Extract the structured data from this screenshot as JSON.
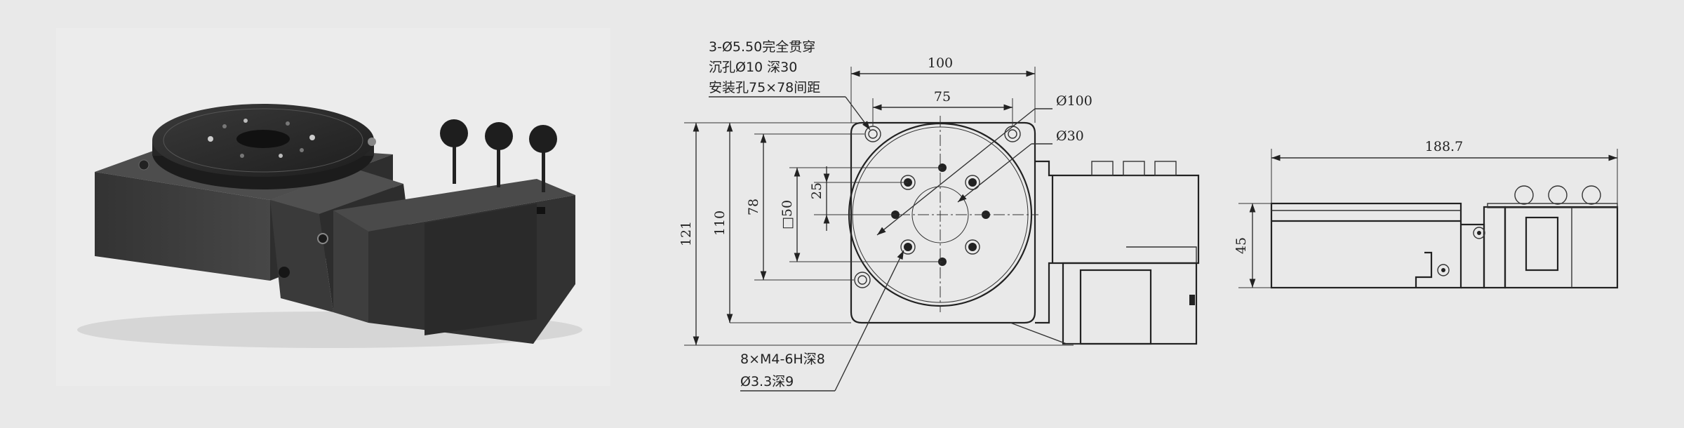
{
  "colors": {
    "background": "#e9e9e9",
    "photo_background": "#ececec",
    "drawing_line": "#222222",
    "body_dark": "#3d3d3d",
    "body_top": "#2f2f2f"
  },
  "front_view": {
    "notes": {
      "through_hole": "3-Ø5.50完全贯穿",
      "counterbore": "沉孔Ø10 深30",
      "mounting_spacing": "安装孔75×78间距",
      "thread_holes": "8×M4-6H深8",
      "drill_depth": "Ø3.3深9"
    },
    "dimensions": {
      "width_overall": "100",
      "width_holes": "75",
      "dia_table": "Ø100",
      "dia_center": "Ø30",
      "height_overall": "121",
      "height_body": "110",
      "height_holes": "78",
      "square_pattern": "□50",
      "offset": "25"
    }
  },
  "side_view": {
    "dimensions": {
      "length": "188.7",
      "height": "45"
    }
  }
}
